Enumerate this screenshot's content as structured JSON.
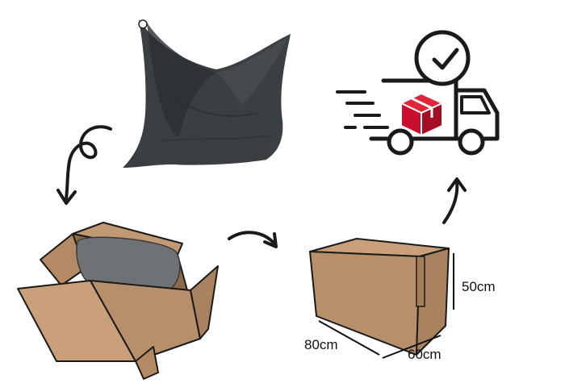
{
  "dimensions": {
    "height": "50cm",
    "length": "80cm",
    "width": "60cm"
  },
  "icons": {
    "beanbag": "beanbag-illustration",
    "open_box": "open-box-illustration",
    "closed_box": "closed-box-illustration",
    "truck": "delivery-truck-icon",
    "clock": "clock-icon",
    "parcel": "parcel-icon"
  },
  "colors": {
    "beanbag": "#3a3f42",
    "cardboard": "#b88f6b",
    "parcel": "#c8102e",
    "outline": "#1a1a1a"
  }
}
